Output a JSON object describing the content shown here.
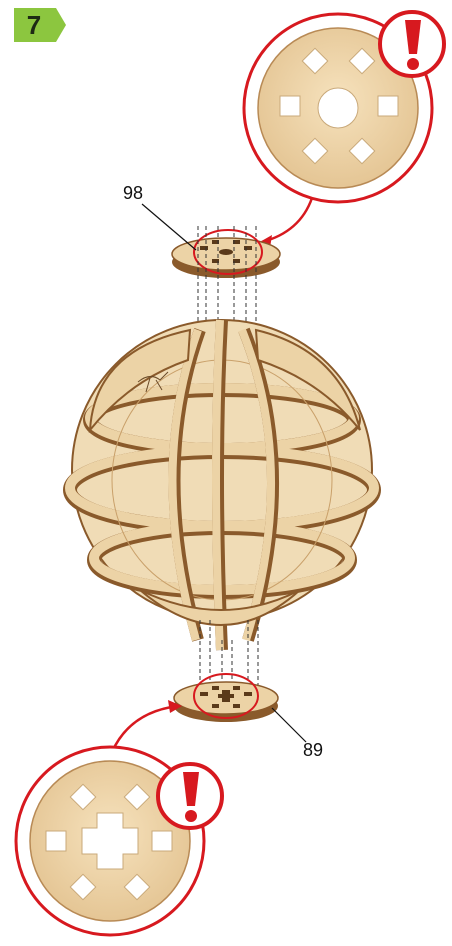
{
  "step": {
    "number": "7"
  },
  "parts": {
    "top": {
      "number": "98"
    },
    "bottom": {
      "number": "89"
    }
  },
  "callouts": {
    "top_warning": {
      "icon": "exclamation-icon"
    },
    "bottom_warning": {
      "icon": "exclamation-icon"
    }
  },
  "colors": {
    "step_badge": "#8cc63f",
    "warning_red": "#d7191f",
    "wood_light": "#ecd3a6",
    "wood_edge": "#8a5a2b"
  }
}
